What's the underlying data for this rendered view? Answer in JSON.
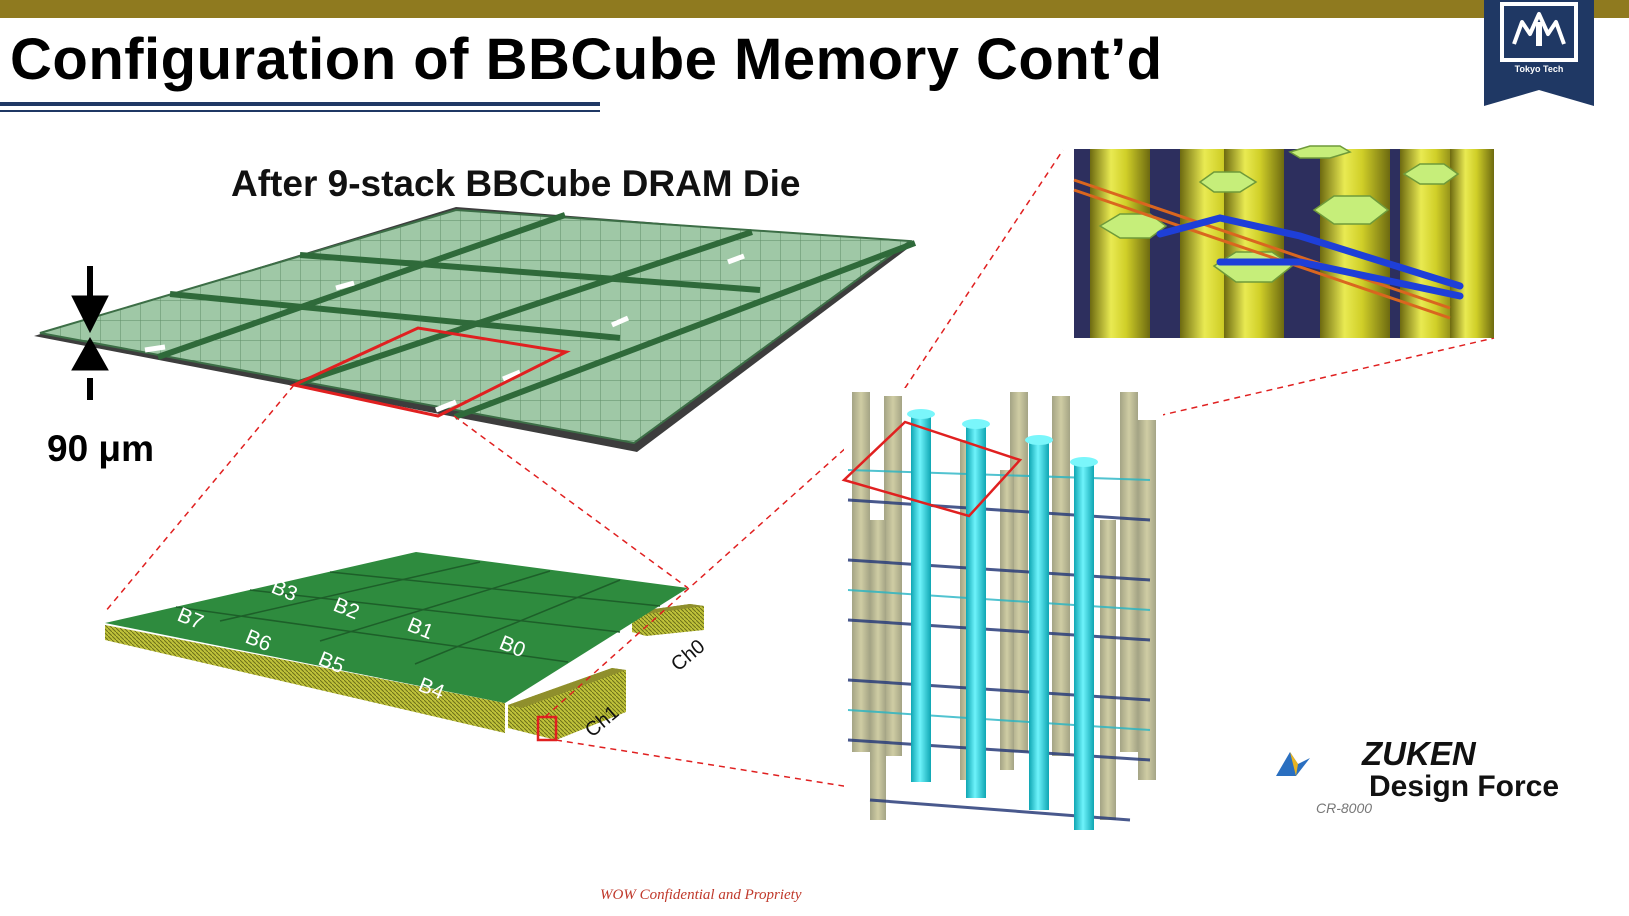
{
  "slide": {
    "title": "Configuration of BBCube Memory Cont’d",
    "subtitle": "After 9-stack BBCube DRAM Die",
    "thickness_label": "90 μm",
    "footer": "WOW Confidential and Propriety"
  },
  "logo": {
    "text": "Tokyo Tech"
  },
  "die": {
    "banks": [
      "B7",
      "B3",
      "B2",
      "B1",
      "B0",
      "B6",
      "B5",
      "B4"
    ],
    "channels": [
      "Ch0",
      "Ch1"
    ]
  },
  "vendor": {
    "name": "ZUKEN",
    "product": "Design Force",
    "version": "CR-8000"
  },
  "colors": {
    "top_bar": "#8f7a1f",
    "title_rule": "#1f3864",
    "wafer_tile": "#9fc8a6",
    "die_green": "#2e8b3e",
    "via_cyan": "#26d9e6",
    "highlight_red": "#e02020",
    "tsv_yellow": "#d8d830"
  }
}
